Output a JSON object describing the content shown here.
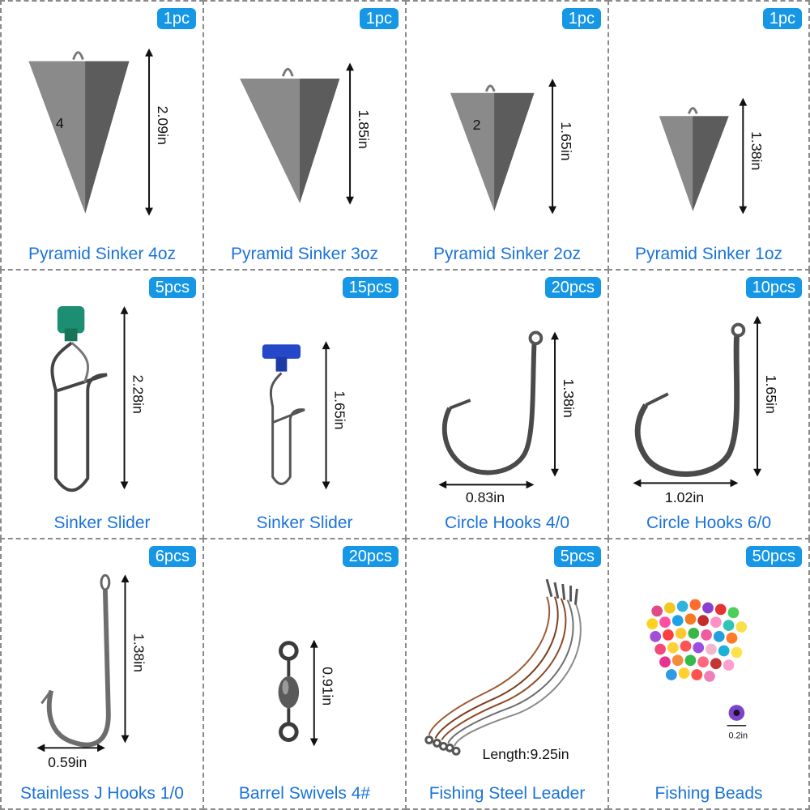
{
  "items": [
    {
      "qty": "1pc",
      "name": "Pyramid Sinker 4oz",
      "size": "2.09in"
    },
    {
      "qty": "1pc",
      "name": "Pyramid Sinker 3oz",
      "size": "1.85in"
    },
    {
      "qty": "1pc",
      "name": "Pyramid Sinker 2oz",
      "size": "1.65in",
      "mark": "2"
    },
    {
      "qty": "1pc",
      "name": "Pyramid Sinker 1oz",
      "size": "1.38in"
    },
    {
      "qty": "5pcs",
      "name": "Sinker Slider",
      "size": "2.28in"
    },
    {
      "qty": "15pcs",
      "name": "Sinker Slider",
      "size": "1.65in"
    },
    {
      "qty": "20pcs",
      "name": "Circle Hooks 4/0",
      "size": "1.38in",
      "width": "0.83in"
    },
    {
      "qty": "10pcs",
      "name": "Circle Hooks 6/0",
      "size": "1.65in",
      "width": "1.02in"
    },
    {
      "qty": "6pcs",
      "name": "Stainless J Hooks 1/0",
      "size": "1.38in",
      "width": "0.59in"
    },
    {
      "qty": "20pcs",
      "name": "Barrel Swivels 4#",
      "size": "0.91in"
    },
    {
      "qty": "5pcs",
      "name": "Fishing Steel Leader",
      "length": "Length:9.25in"
    },
    {
      "qty": "50pcs",
      "name": "Fishing Beads",
      "size": "0.2in"
    }
  ],
  "pyramid_marks": {
    "p4": "4"
  },
  "colors": {
    "badge": "#1597e5",
    "caption": "#1a73d9",
    "border": "#8a8a8a"
  }
}
